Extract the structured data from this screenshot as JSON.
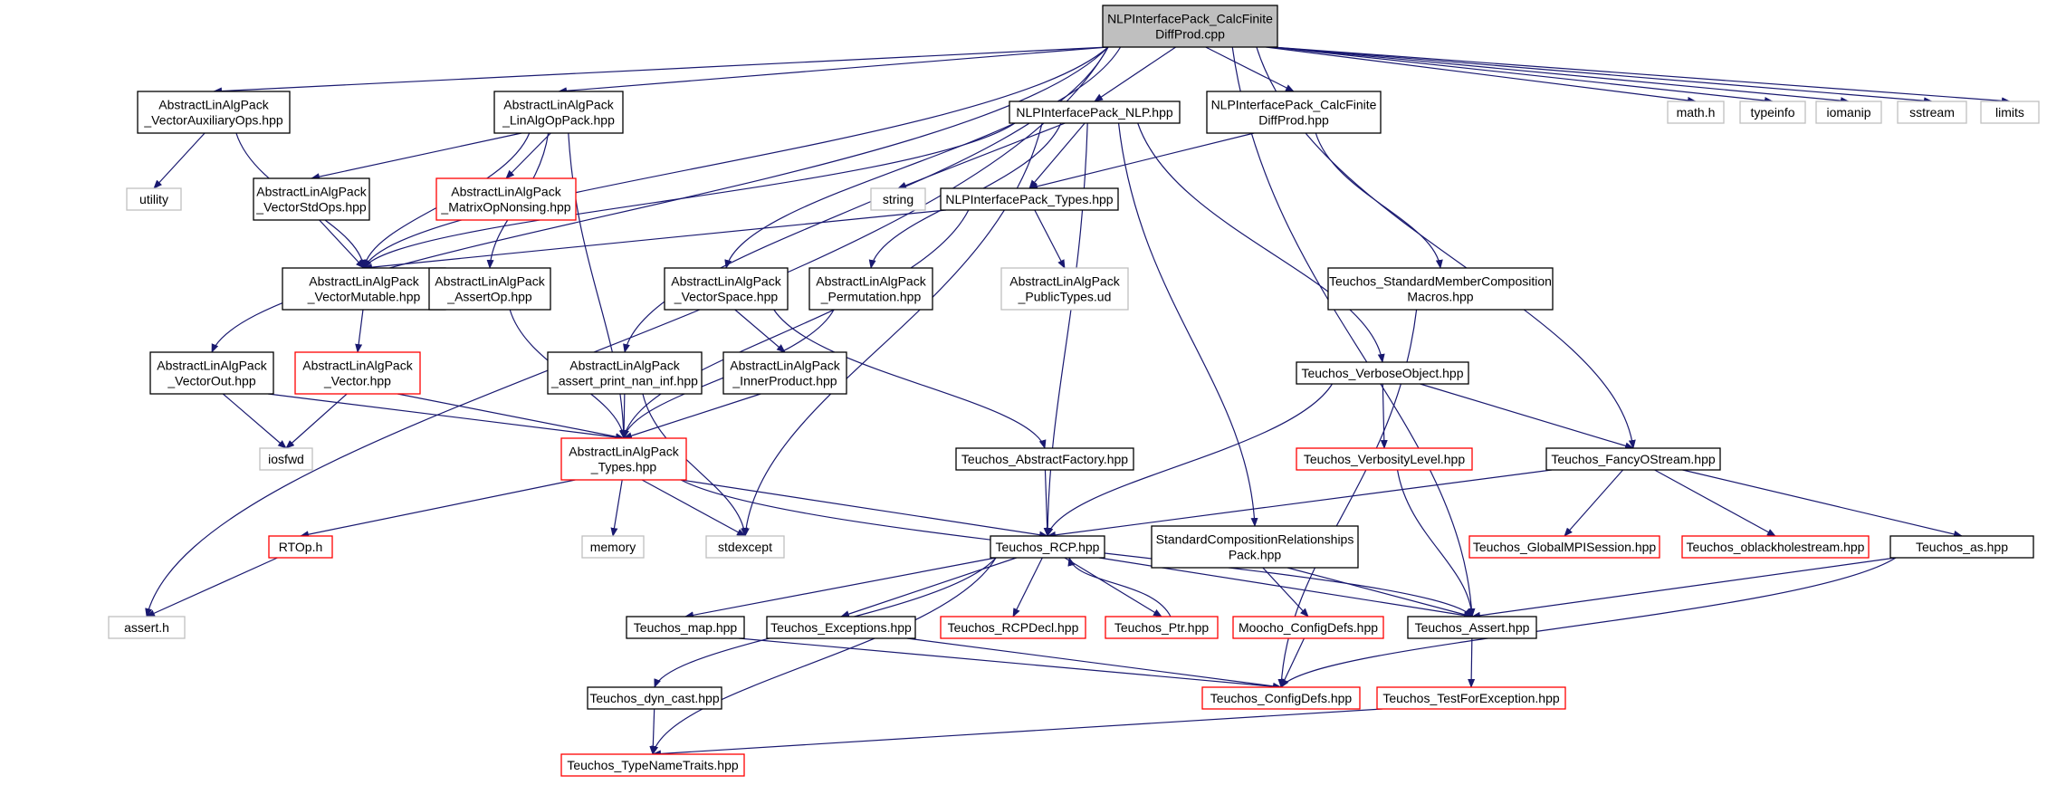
{
  "colors": {
    "edge": "#191970",
    "border_normal": "#000000",
    "border_missing": "#ff0000",
    "border_external": "#bfbfbf",
    "root_fill": "#bfbfbf",
    "node_fill": "#ffffff"
  },
  "nodes": {
    "root": {
      "lines": [
        "NLPInterfacePack_CalcFinite",
        "DiffProd.cpp"
      ],
      "kind": "root"
    },
    "vao": {
      "lines": [
        "AbstractLinAlgPack",
        "_VectorAuxiliaryOps.hpp"
      ],
      "kind": "normal"
    },
    "lao": {
      "lines": [
        "AbstractLinAlgPack",
        "_LinAlgOpPack.hpp"
      ],
      "kind": "normal"
    },
    "nlp": {
      "lines": [
        "NLPInterfacePack_NLP.hpp"
      ],
      "kind": "normal"
    },
    "cfdh": {
      "lines": [
        "NLPInterfacePack_CalcFinite",
        "DiffProd.hpp"
      ],
      "kind": "normal"
    },
    "math": {
      "lines": [
        "math.h"
      ],
      "kind": "external"
    },
    "typeinfo": {
      "lines": [
        "typeinfo"
      ],
      "kind": "external"
    },
    "iomanip": {
      "lines": [
        "iomanip"
      ],
      "kind": "external"
    },
    "sstream": {
      "lines": [
        "sstream"
      ],
      "kind": "external"
    },
    "limits": {
      "lines": [
        "limits"
      ],
      "kind": "external"
    },
    "utility": {
      "lines": [
        "utility"
      ],
      "kind": "external"
    },
    "vso": {
      "lines": [
        "AbstractLinAlgPack",
        "_VectorStdOps.hpp"
      ],
      "kind": "normal"
    },
    "mon": {
      "lines": [
        "AbstractLinAlgPack",
        "_MatrixOpNonsing.hpp"
      ],
      "kind": "missing"
    },
    "string": {
      "lines": [
        "string"
      ],
      "kind": "external"
    },
    "nlpt": {
      "lines": [
        "NLPInterfacePack_Types.hpp"
      ],
      "kind": "normal"
    },
    "vm": {
      "lines": [
        "AbstractLinAlgPack",
        "_VectorMutable.hpp"
      ],
      "kind": "normal"
    },
    "aop": {
      "lines": [
        "AbstractLinAlgPack",
        "_AssertOp.hpp"
      ],
      "kind": "normal"
    },
    "vs": {
      "lines": [
        "AbstractLinAlgPack",
        "_VectorSpace.hpp"
      ],
      "kind": "normal"
    },
    "perm": {
      "lines": [
        "AbstractLinAlgPack",
        "_Permutation.hpp"
      ],
      "kind": "normal"
    },
    "pt": {
      "lines": [
        "AbstractLinAlgPack",
        "_PublicTypes.ud"
      ],
      "kind": "external"
    },
    "smc": {
      "lines": [
        "Teuchos_StandardMemberComposition",
        "Macros.hpp"
      ],
      "kind": "normal"
    },
    "vout": {
      "lines": [
        "AbstractLinAlgPack",
        "_VectorOut.hpp"
      ],
      "kind": "normal"
    },
    "vec": {
      "lines": [
        "AbstractLinAlgPack",
        "_Vector.hpp"
      ],
      "kind": "missing"
    },
    "apni": {
      "lines": [
        "AbstractLinAlgPack",
        "_assert_print_nan_inf.hpp"
      ],
      "kind": "normal"
    },
    "ip": {
      "lines": [
        "AbstractLinAlgPack",
        "_InnerProduct.hpp"
      ],
      "kind": "normal"
    },
    "vo": {
      "lines": [
        "Teuchos_VerboseObject.hpp"
      ],
      "kind": "normal"
    },
    "iosfwd": {
      "lines": [
        "iosfwd"
      ],
      "kind": "external"
    },
    "types": {
      "lines": [
        "AbstractLinAlgPack",
        "_Types.hpp"
      ],
      "kind": "missing"
    },
    "af": {
      "lines": [
        "Teuchos_AbstractFactory.hpp"
      ],
      "kind": "normal"
    },
    "vl": {
      "lines": [
        "Teuchos_VerbosityLevel.hpp"
      ],
      "kind": "missing"
    },
    "fos": {
      "lines": [
        "Teuchos_FancyOStream.hpp"
      ],
      "kind": "normal"
    },
    "rtop": {
      "lines": [
        "RTOp.h"
      ],
      "kind": "missing"
    },
    "memory": {
      "lines": [
        "memory"
      ],
      "kind": "external"
    },
    "stdexcept": {
      "lines": [
        "stdexcept"
      ],
      "kind": "external"
    },
    "rcp": {
      "lines": [
        "Teuchos_RCP.hpp"
      ],
      "kind": "normal"
    },
    "scrp": {
      "lines": [
        "StandardCompositionRelationships",
        "Pack.hpp"
      ],
      "kind": "normal"
    },
    "gmpi": {
      "lines": [
        "Teuchos_GlobalMPISession.hpp"
      ],
      "kind": "missing"
    },
    "obh": {
      "lines": [
        "Teuchos_oblackholestream.hpp"
      ],
      "kind": "missing"
    },
    "tas": {
      "lines": [
        "Teuchos_as.hpp"
      ],
      "kind": "normal"
    },
    "asserth": {
      "lines": [
        "assert.h"
      ],
      "kind": "external"
    },
    "map": {
      "lines": [
        "Teuchos_map.hpp"
      ],
      "kind": "normal"
    },
    "exc": {
      "lines": [
        "Teuchos_Exceptions.hpp"
      ],
      "kind": "normal"
    },
    "rcpdecl": {
      "lines": [
        "Teuchos_RCPDecl.hpp"
      ],
      "kind": "missing"
    },
    "ptr": {
      "lines": [
        "Teuchos_Ptr.hpp"
      ],
      "kind": "missing"
    },
    "mcd": {
      "lines": [
        "Moocho_ConfigDefs.hpp"
      ],
      "kind": "missing"
    },
    "tassert": {
      "lines": [
        "Teuchos_Assert.hpp"
      ],
      "kind": "normal"
    },
    "tcd": {
      "lines": [
        "Teuchos_ConfigDefs.hpp"
      ],
      "kind": "missing"
    },
    "tfe": {
      "lines": [
        "Teuchos_TestForException.hpp"
      ],
      "kind": "missing"
    },
    "dyn": {
      "lines": [
        "Teuchos_dyn_cast.hpp"
      ],
      "kind": "normal"
    },
    "tnt": {
      "lines": [
        "Teuchos_TypeNameTraits.hpp"
      ],
      "kind": "missing"
    }
  },
  "edges": [
    [
      "root",
      "vao"
    ],
    [
      "root",
      "lao"
    ],
    [
      "root",
      "nlp"
    ],
    [
      "root",
      "cfdh"
    ],
    [
      "root",
      "math"
    ],
    [
      "root",
      "typeinfo"
    ],
    [
      "root",
      "iomanip"
    ],
    [
      "root",
      "sstream"
    ],
    [
      "root",
      "limits"
    ],
    [
      "root",
      "vm"
    ],
    [
      "root",
      "vout"
    ],
    [
      "root",
      "asserth"
    ],
    [
      "root",
      "apni"
    ],
    [
      "root",
      "vs"
    ],
    [
      "root",
      "fos"
    ],
    [
      "root",
      "tassert"
    ],
    [
      "vao",
      "utility"
    ],
    [
      "vao",
      "vm"
    ],
    [
      "lao",
      "vso"
    ],
    [
      "lao",
      "mon"
    ],
    [
      "lao",
      "vm"
    ],
    [
      "lao",
      "aop"
    ],
    [
      "lao",
      "types"
    ],
    [
      "nlp",
      "string"
    ],
    [
      "nlp",
      "nlpt"
    ],
    [
      "nlp",
      "perm"
    ],
    [
      "nlp",
      "vo"
    ],
    [
      "nlp",
      "stdexcept"
    ],
    [
      "nlp",
      "rcp"
    ],
    [
      "nlp",
      "scrp"
    ],
    [
      "nlp",
      "vm"
    ],
    [
      "cfdh",
      "nlpt"
    ],
    [
      "cfdh",
      "smc"
    ],
    [
      "nlpt",
      "vm"
    ],
    [
      "nlpt",
      "pt"
    ],
    [
      "nlpt",
      "types"
    ],
    [
      "vso",
      "vm"
    ],
    [
      "vm",
      "vec"
    ],
    [
      "vec",
      "types"
    ],
    [
      "vec",
      "iosfwd"
    ],
    [
      "aop",
      "types"
    ],
    [
      "vs",
      "ip"
    ],
    [
      "vs",
      "af"
    ],
    [
      "perm",
      "types"
    ],
    [
      "smc",
      "tcd"
    ],
    [
      "vout",
      "iosfwd"
    ],
    [
      "vout",
      "types"
    ],
    [
      "apni",
      "types"
    ],
    [
      "apni",
      "stdexcept"
    ],
    [
      "ip",
      "types"
    ],
    [
      "vo",
      "rcp"
    ],
    [
      "vo",
      "vl"
    ],
    [
      "vo",
      "fos"
    ],
    [
      "types",
      "rtop"
    ],
    [
      "types",
      "memory"
    ],
    [
      "types",
      "stdexcept"
    ],
    [
      "types",
      "rcp"
    ],
    [
      "types",
      "tassert"
    ],
    [
      "af",
      "rcp"
    ],
    [
      "vl",
      "tassert"
    ],
    [
      "fos",
      "rcp"
    ],
    [
      "fos",
      "gmpi"
    ],
    [
      "fos",
      "obh"
    ],
    [
      "fos",
      "tas"
    ],
    [
      "rtop",
      "asserth"
    ],
    [
      "rcp",
      "map"
    ],
    [
      "rcp",
      "exc"
    ],
    [
      "rcp",
      "rcpdecl"
    ],
    [
      "rcp",
      "ptr"
    ],
    [
      "rcp",
      "tassert"
    ],
    [
      "rcp",
      "dyn"
    ],
    [
      "rcp",
      "tnt"
    ],
    [
      "ptr",
      "rcp"
    ],
    [
      "scrp",
      "mcd"
    ],
    [
      "scrp",
      "tassert"
    ],
    [
      "tas",
      "tassert"
    ],
    [
      "tas",
      "tcd"
    ],
    [
      "map",
      "tcd"
    ],
    [
      "exc",
      "tcd"
    ],
    [
      "mcd",
      "tcd"
    ],
    [
      "tassert",
      "tfe"
    ],
    [
      "tfe",
      "tnt"
    ],
    [
      "dyn",
      "tnt"
    ]
  ]
}
